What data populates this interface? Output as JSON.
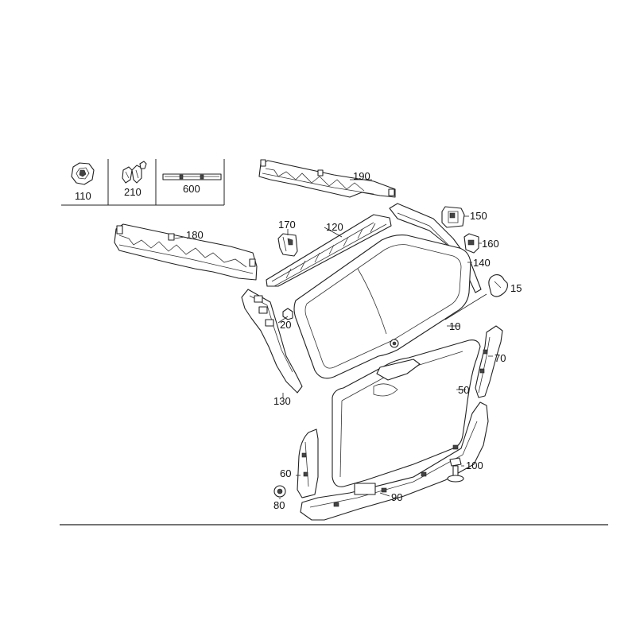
{
  "legend": {
    "items": [
      {
        "number": "110",
        "icon": "clip-icon"
      },
      {
        "number": "210",
        "icon": "clip-set-icon"
      },
      {
        "number": "600",
        "icon": "strip-icon"
      }
    ]
  },
  "callouts": {
    "p190": "190",
    "p180": "180",
    "p170": "170",
    "p120": "120",
    "p150": "150",
    "p160": "160",
    "p140": "140",
    "p15": "15",
    "p20": "20",
    "p10": "10",
    "p70": "70",
    "p50": "50",
    "p130": "130",
    "p100": "100",
    "p60": "60",
    "p90": "90",
    "p80": "80"
  }
}
